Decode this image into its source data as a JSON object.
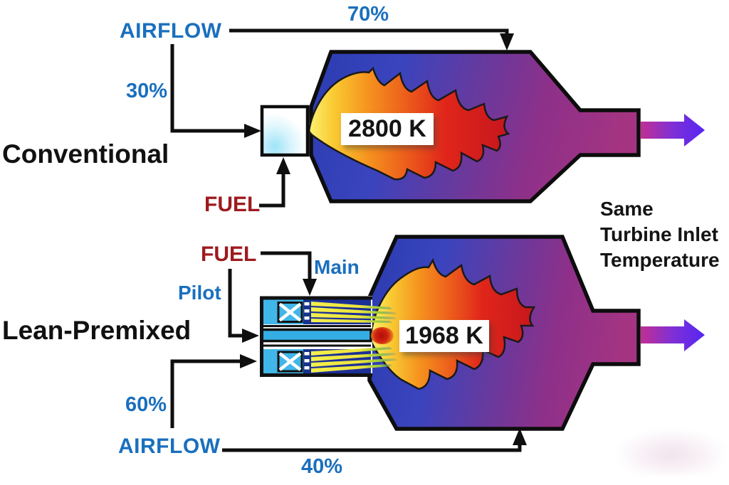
{
  "diagram": {
    "conventional": {
      "name_label": "Conventional",
      "airflow_label": "AIRFLOW",
      "bypass_air_pct": "70%",
      "primary_air_pct": "30%",
      "fuel_label": "FUEL",
      "flame_temp": "2800 K"
    },
    "lean_premixed": {
      "name_label": "Lean-Premixed",
      "fuel_label": "FUEL",
      "fuel_main_label": "Main",
      "fuel_pilot_label": "Pilot",
      "premix_air_pct": "60%",
      "dilution_air_pct": "40%",
      "airflow_label": "AIRFLOW",
      "flame_temp": "1968 K"
    },
    "annotation": {
      "line1": "Same",
      "line2": "Turbine Inlet",
      "line3": "Temperature"
    },
    "colors": {
      "airflow_blue": "#1A6FBE",
      "fuel_red": "#9E1A1E",
      "text_black": "#141414",
      "combustor_left_blue": "#2B3CB0",
      "combustor_right_magenta": "#A43482",
      "flame_yellow": "#FCF173",
      "flame_orange": "#F5921E",
      "flame_red": "#C6161C",
      "premixer_cyan": "#41B6E8",
      "pilot_cyan": "#35AEE4",
      "premix_channel_navy": "#1B2F96",
      "fuel_streak_yellow": "#F0EB3D",
      "exit_arrow_magenta": "#C12F92",
      "exit_arrow_violet": "#5526F2",
      "outline_black": "#0D0D0D"
    }
  }
}
